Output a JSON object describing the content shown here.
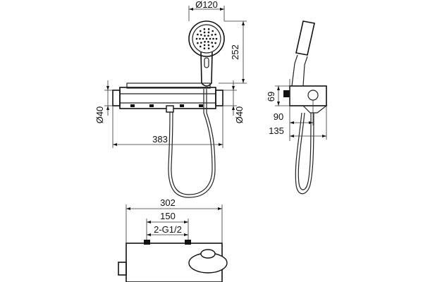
{
  "labels": {
    "dia120": "Ø120",
    "h252": "252",
    "dia40_left": "Ø40",
    "dia40_right": "Ø40",
    "w383": "383",
    "h69": "69",
    "d90": "90",
    "d135": "135",
    "w302": "302",
    "w150": "150",
    "thread": "2-G1/2"
  }
}
